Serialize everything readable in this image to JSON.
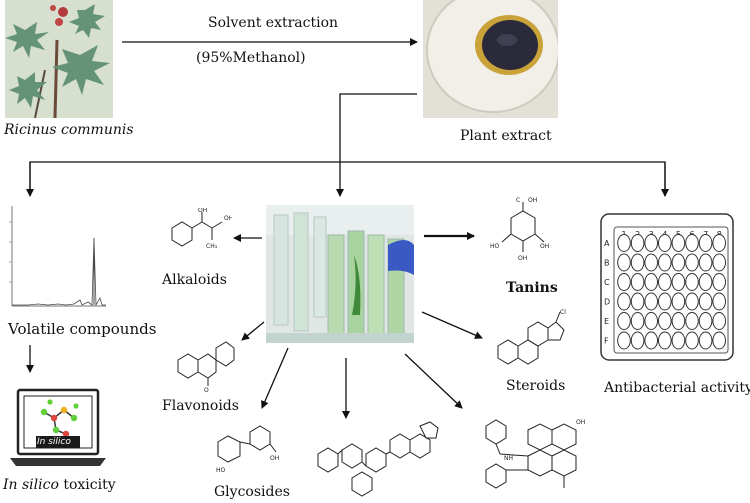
{
  "source": {
    "label": "Ricinus communis"
  },
  "process": {
    "step": "Solvent extraction",
    "solvent": "(95%Methanol)"
  },
  "extract": {
    "label": "Plant extract"
  },
  "outputs": {
    "volatile": "Volatile compounds",
    "insilico_screen": "In silico",
    "insilico_prefix": "In silico",
    "insilico_suffix": " toxicity",
    "antibacterial": "Antibacterial activity",
    "plate_cols": [
      "1",
      "2",
      "3",
      "4",
      "5",
      "6",
      "7",
      "8"
    ],
    "plate_rows": [
      "A",
      "B",
      "C",
      "D",
      "E",
      "F"
    ]
  },
  "compounds": {
    "alkaloids": "Alkaloids",
    "tanins": "Tanins",
    "flavonoids": "Flavonoids",
    "steroids": "Steroids",
    "glycosides": "Glycosides"
  },
  "colors": {
    "arrow": "#111111",
    "extract_dark": "#2a2a3a",
    "extract_ring": "#c9a23a",
    "leaf": "#5f8f74"
  }
}
